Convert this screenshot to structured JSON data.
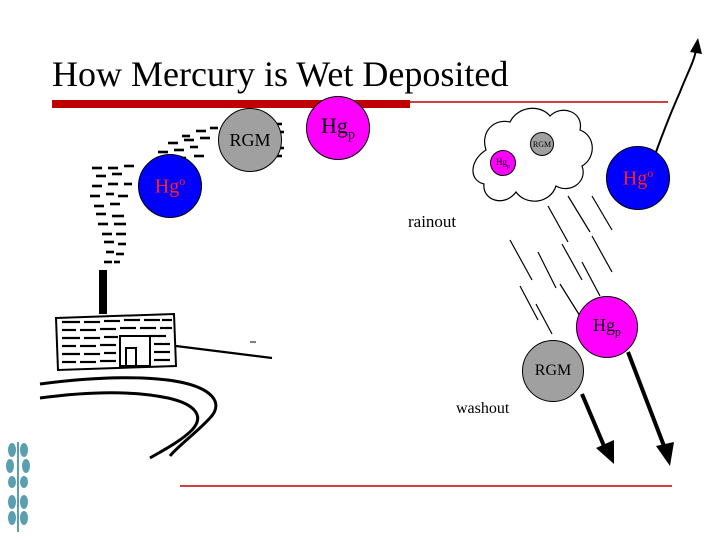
{
  "title": "How Mercury is Wet Deposited",
  "labels": {
    "rgm_left": "RGM",
    "hgp_top": "Hg",
    "hgp_top_sub": "p",
    "hg0_left": "Hg",
    "hg0_left_sup": "o",
    "rgm_cloud": "RGM",
    "hgp_cloud": "Hg",
    "hgp_cloud_sub": "p",
    "hg0_right": "Hg",
    "hg0_right_sup": "o",
    "rainout": "rainout",
    "hgp_rain": "Hg",
    "hgp_rain_sub": "p",
    "rgm_rain": "RGM",
    "washout": "washout"
  },
  "colors": {
    "rgm": "#a0a0a0",
    "hgp": "#ff00ff",
    "hg0": "#0000ff",
    "title_bar": "#c00000",
    "bottom_line": "#c00000",
    "leaf": "#5a9fb0"
  }
}
